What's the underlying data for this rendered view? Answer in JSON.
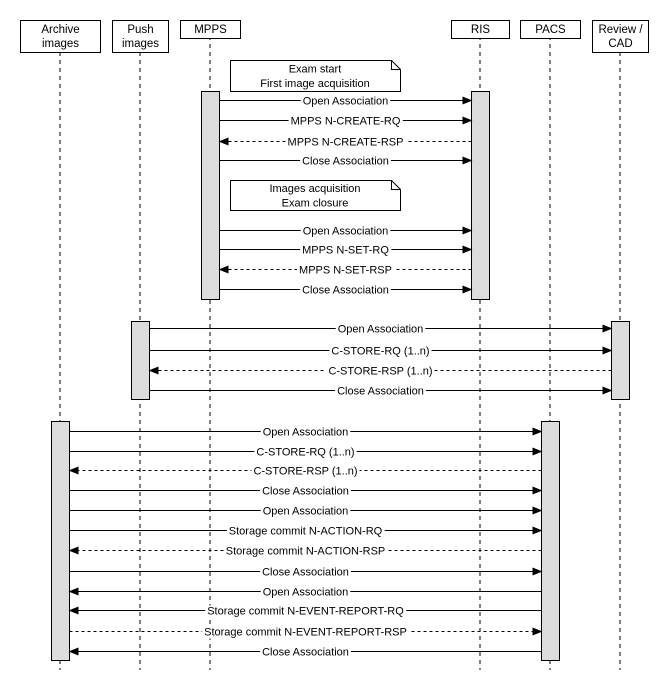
{
  "participants": [
    {
      "id": "archive",
      "label": [
        "Archive",
        "images"
      ]
    },
    {
      "id": "push",
      "label": [
        "Push",
        "images"
      ]
    },
    {
      "id": "mpps",
      "label": [
        "MPPS"
      ]
    },
    {
      "id": "ris",
      "label": [
        "RIS"
      ]
    },
    {
      "id": "pacs",
      "label": [
        "PACS"
      ]
    },
    {
      "id": "review",
      "label": [
        "Review /",
        "CAD"
      ]
    }
  ],
  "notes": [
    {
      "id": "note-exam-start",
      "lines": [
        "Exam start",
        "First image acquisition"
      ]
    },
    {
      "id": "note-images-acquisition",
      "lines": [
        "Images acquisition",
        "Exam closure"
      ]
    }
  ],
  "messages": [
    {
      "from": "mpps",
      "to": "ris",
      "label": "Open Association",
      "dashed": false
    },
    {
      "from": "mpps",
      "to": "ris",
      "label": "MPPS N-CREATE-RQ",
      "dashed": false
    },
    {
      "from": "ris",
      "to": "mpps",
      "label": "MPPS N-CREATE-RSP",
      "dashed": true
    },
    {
      "from": "mpps",
      "to": "ris",
      "label": "Close Association",
      "dashed": false
    },
    {
      "from": "mpps",
      "to": "ris",
      "label": "Open Association",
      "dashed": false
    },
    {
      "from": "mpps",
      "to": "ris",
      "label": "MPPS N-SET-RQ",
      "dashed": false
    },
    {
      "from": "ris",
      "to": "mpps",
      "label": "MPPS N-SET-RSP",
      "dashed": true
    },
    {
      "from": "mpps",
      "to": "ris",
      "label": "Close Association",
      "dashed": false
    },
    {
      "from": "push",
      "to": "review",
      "label": "Open Association",
      "dashed": false
    },
    {
      "from": "push",
      "to": "review",
      "label": "C-STORE-RQ (1..n)",
      "dashed": false
    },
    {
      "from": "review",
      "to": "push",
      "label": "C-STORE-RSP (1..n)",
      "dashed": true
    },
    {
      "from": "push",
      "to": "review",
      "label": "Close Association",
      "dashed": false
    },
    {
      "from": "archive",
      "to": "pacs",
      "label": "Open Association",
      "dashed": false
    },
    {
      "from": "archive",
      "to": "pacs",
      "label": "C-STORE-RQ (1..n)",
      "dashed": false
    },
    {
      "from": "pacs",
      "to": "archive",
      "label": "C-STORE-RSP (1..n)",
      "dashed": true
    },
    {
      "from": "archive",
      "to": "pacs",
      "label": "Close Association",
      "dashed": false
    },
    {
      "from": "archive",
      "to": "pacs",
      "label": "Open Association",
      "dashed": false
    },
    {
      "from": "archive",
      "to": "pacs",
      "label": "Storage commit N-ACTION-RQ",
      "dashed": false
    },
    {
      "from": "pacs",
      "to": "archive",
      "label": "Storage commit N-ACTION-RSP",
      "dashed": true
    },
    {
      "from": "archive",
      "to": "pacs",
      "label": "Close Association",
      "dashed": false
    },
    {
      "from": "pacs",
      "to": "archive",
      "label": "Open Association",
      "dashed": false
    },
    {
      "from": "pacs",
      "to": "archive",
      "label": "Storage commit N-EVENT-REPORT-RQ",
      "dashed": false
    },
    {
      "from": "archive",
      "to": "pacs",
      "label": "Storage commit N-EVENT-REPORT-RSP",
      "dashed": true
    },
    {
      "from": "pacs",
      "to": "archive",
      "label": "Close Association",
      "dashed": false
    }
  ]
}
